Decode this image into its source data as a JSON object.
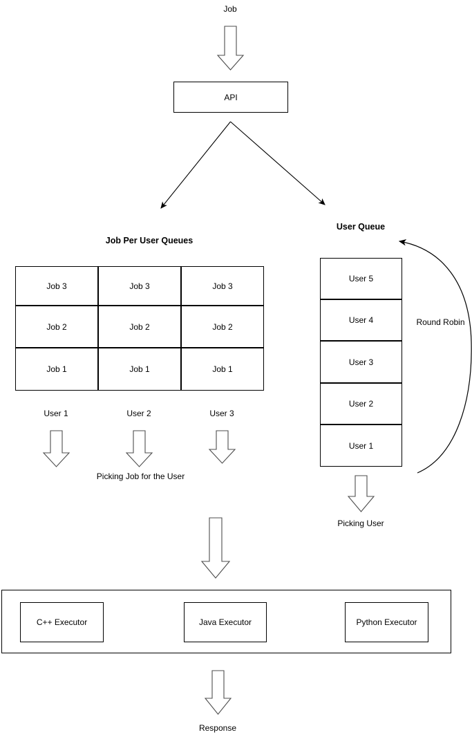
{
  "diagram": {
    "title_top_label": "Job",
    "api_box_label": "API",
    "sections": {
      "job_queues_heading": "Job Per User Queues",
      "user_queue_heading": "User Queue"
    },
    "job_grid": {
      "columns": [
        "User 1",
        "User 2",
        "User 3"
      ],
      "rows": [
        [
          "Job 3",
          "Job 3",
          "Job 3"
        ],
        [
          "Job 2",
          "Job 2",
          "Job 2"
        ],
        [
          "Job 1",
          "Job 1",
          "Job 1"
        ]
      ]
    },
    "user_queue": {
      "items": [
        "User 5",
        "User 4",
        "User 3",
        "User 2",
        "User 1"
      ]
    },
    "annotations": {
      "round_robin": "Round Robin",
      "picking_job": "Picking Job for the User",
      "picking_user": "Picking User",
      "response": "Response"
    },
    "executors": {
      "items": [
        "C++ Executor",
        "Java Executor",
        "Python Executor"
      ]
    },
    "colors": {
      "stroke": "#000000",
      "background": "#ffffff",
      "arrow_fill": "#ffffff"
    }
  }
}
